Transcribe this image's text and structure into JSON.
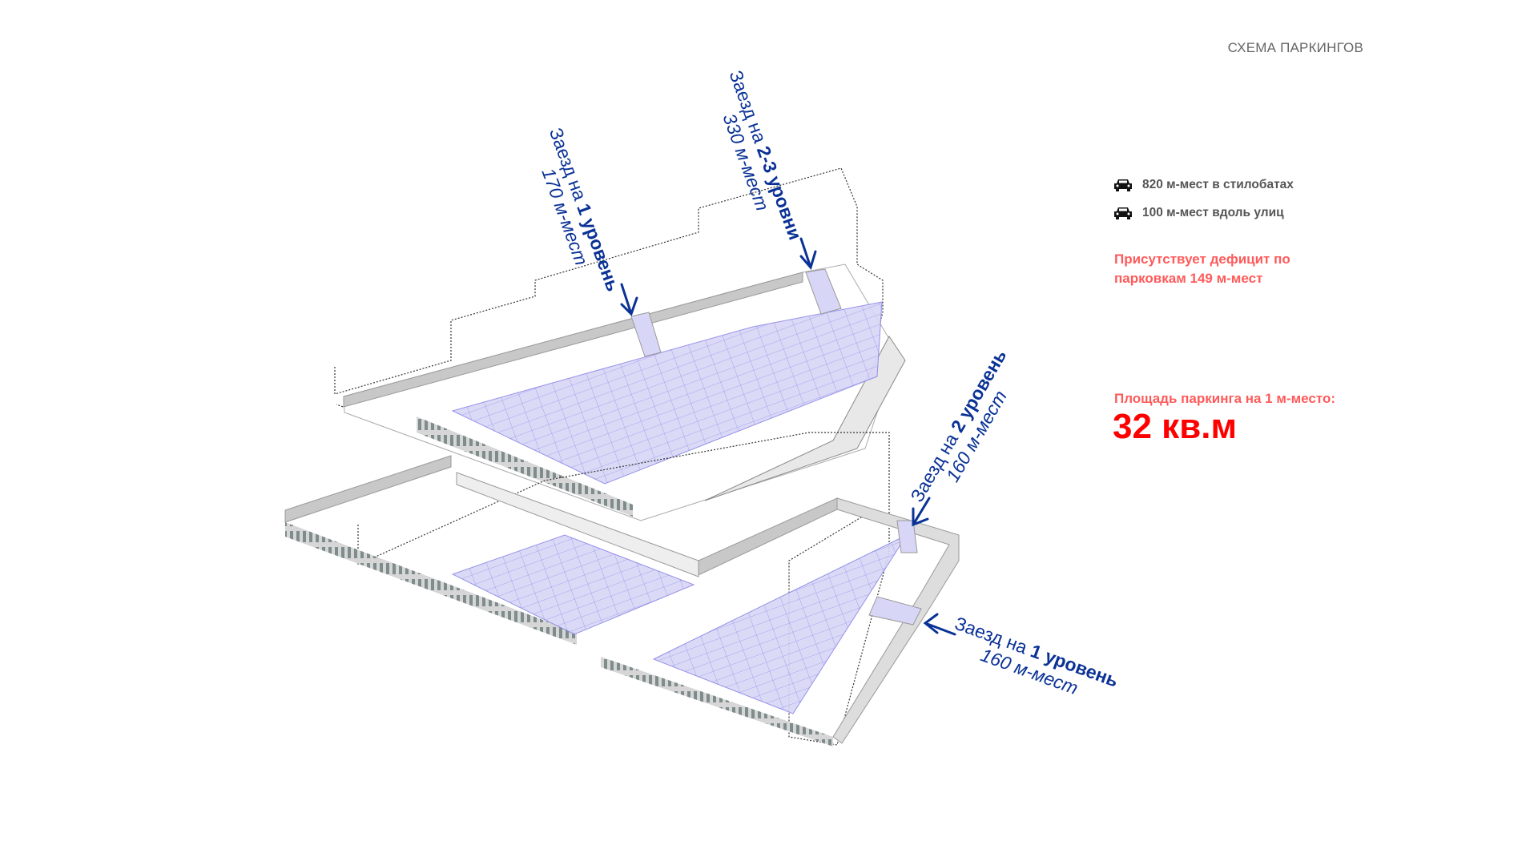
{
  "title": "СХЕМА ПАРКИНГОВ",
  "legend": [
    {
      "icon": "car-icon",
      "label": "820 м-мест в стилобатах"
    },
    {
      "icon": "car-icon",
      "label": "100 м-мест вдоль улиц"
    }
  ],
  "deficit": {
    "line1": "Присутствует дефицит по",
    "line2": "парковкам 149 м-мест"
  },
  "area": {
    "label": "Площадь паркинга на 1 м-место:",
    "value": "32 кв.м"
  },
  "annotations": [
    {
      "prefix": "Заезд на ",
      "level": "1 уровень",
      "count": "170 м-мест"
    },
    {
      "prefix": "Заезд на ",
      "level": "2-3 уровни",
      "count": "330 м-мест"
    },
    {
      "prefix": "Заезд на ",
      "level": "2 уровень",
      "count": "160 м-мест"
    },
    {
      "prefix": "Заезд на ",
      "level": "1 уровень",
      "count": "160 м-мест"
    }
  ],
  "colors": {
    "accent_blue": "#0a3296",
    "deficit_red": "#ff5a5a",
    "value_red": "#ff0000",
    "parking_fill": "#d8d6f6",
    "stall_line": "#8a86e8",
    "wall": "#c8c8c8"
  }
}
